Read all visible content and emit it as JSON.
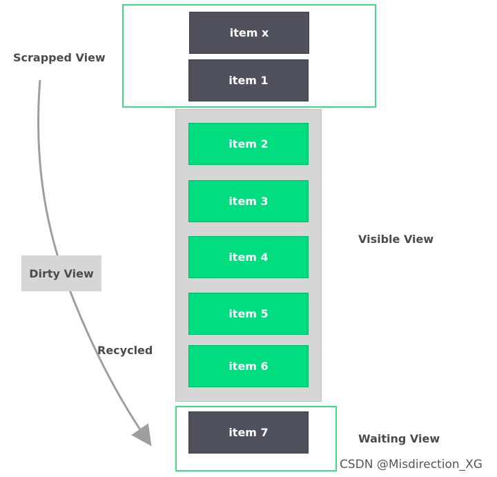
{
  "labels": {
    "scrapped_view": "Scrapped View",
    "visible_view": "Visible View",
    "waiting_view": "Waiting View",
    "dirty_view": "Dirty View",
    "recycled": "Recycled"
  },
  "scrapped_items": [
    {
      "label": "item x"
    },
    {
      "label": "item 1"
    }
  ],
  "visible_items": [
    {
      "label": "item 2"
    },
    {
      "label": "item 3"
    },
    {
      "label": "item 4"
    },
    {
      "label": "item 5"
    },
    {
      "label": "item 6"
    }
  ],
  "waiting_items": [
    {
      "label": "item 7"
    }
  ],
  "watermark": "CSDN @Misdirection_XG",
  "colors": {
    "frame_green": "#3ddc84",
    "item_dark": "#4f525d",
    "item_green": "#00dd80",
    "panel_gray": "#d6d6d6",
    "text": "#4a4a4f",
    "arrow": "#9e9e9e"
  }
}
